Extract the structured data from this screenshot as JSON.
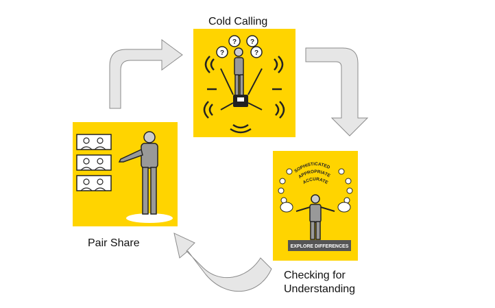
{
  "steps": {
    "cold_calling": {
      "label": "Cold Calling"
    },
    "pair_share": {
      "label": "Pair Share"
    },
    "checking": {
      "label_line1": "Checking for",
      "label_line2": "Understanding",
      "banner": "EXPLORE DIFFERENCES",
      "arc_words": [
        "SOPHISTICATED",
        "APPROPRIATE",
        "ACCURATE"
      ]
    }
  },
  "colors": {
    "panel": "#ffd400",
    "arrow_fill": "#e6e6e6",
    "arrow_stroke": "#8a8a8a",
    "banner": "#555555"
  }
}
